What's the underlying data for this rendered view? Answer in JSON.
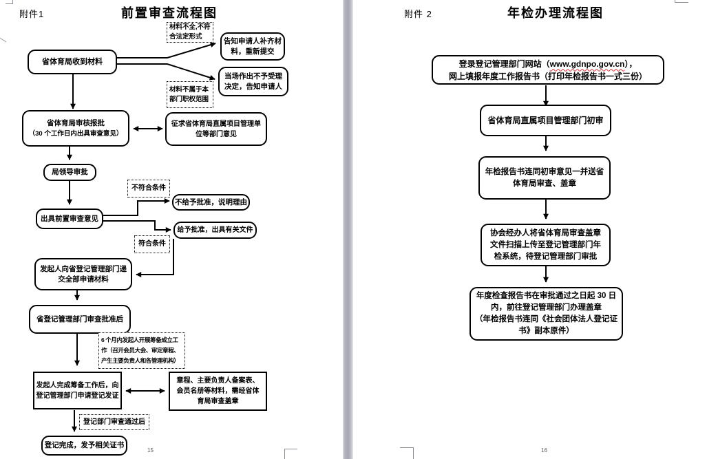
{
  "left": {
    "attachment": "附件1",
    "title": "前置审查流程图",
    "page_number": "15",
    "nodes": {
      "receive": {
        "l1": "省体育局收到材料"
      },
      "notify_resubmit": {
        "l1": "告知申请人补齐材",
        "l2": "料，重新提交"
      },
      "reject_onsite": {
        "l1": "当场作出不予受理",
        "l2": "决定，告知申请人"
      },
      "review_approval": {
        "l1": "省体育局审核报批",
        "l2": "（30 个工作日内出具审查意见）"
      },
      "seek_opinions": {
        "l1": "征求省体育局直属项目管理单",
        "l2": "位等部门意见"
      },
      "leader_approval": {
        "l1": "局领导审批"
      },
      "issue_opinion": {
        "l1": "出具前置审查意见"
      },
      "not_approve": {
        "l1": "不给予批准，说明理由"
      },
      "approve": {
        "l1": "给予批准，出具有关文件"
      },
      "submit_materials": {
        "l1": "发起人向省登记管理部门递",
        "l2": "交全部申请材料"
      },
      "after_approval": {
        "l1": "省登记管理部门审查批准后"
      },
      "complete_prep": {
        "l1": "发起人完成筹备工作后，向",
        "l2": "登记管理部门申请登记发证"
      },
      "materials_stamp": {
        "l1": "章程、主要负责人备案表、",
        "l2": "会员名册等材料，需经省体",
        "l3": "育局审查盖章"
      },
      "complete_registration": {
        "l1": "登记完成，发予相关证书"
      }
    },
    "labels": {
      "incomplete": {
        "l1": "材料不全,不符",
        "l2": "合法定形式"
      },
      "out_of_scope": {
        "l1": "材料不属于本",
        "l2": "部门职权范围"
      },
      "not_meet": {
        "l1": "不符合条件"
      },
      "meet": {
        "l1": "符合条件"
      },
      "six_months": {
        "l1": "6 个月内发起人开展筹备成立工",
        "l2": "作（召开会员大会、审定章程、",
        "l3": "产生主要负责人和各管理机构）"
      },
      "after_review": {
        "l1": "登记部门审查通过后"
      }
    }
  },
  "right": {
    "attachment": "附件 2",
    "title": "年检办理流程图",
    "page_number": "16",
    "nodes": {
      "login": {
        "pre": "登录登记管理部门网站（",
        "url": "www.gdnpo.gov.cn",
        "suf": "），",
        "l2": "网上填报年度工作报告书（打印年检报告书一式三份）"
      },
      "preliminary": {
        "l1": "省体育局直属项目管理部门初审"
      },
      "send_review": {
        "l1": "年检报告书连同初审意见一并送省",
        "l2": "体育局审查、盖章"
      },
      "upload": {
        "l1": "协会经办人将省体育局审查盖章",
        "l2": "文件扫描上传至登记管理部门年",
        "l3": "检系统，待登记管理部门审批"
      },
      "stamp": {
        "l1": "年度检查报告书在审批通过之日起 30 日",
        "l2": "内，前往登记管理部门办理盖章",
        "l3": "（年检报告书连同《社会团体法人登记证",
        "l4": "书》副本原件）"
      }
    }
  },
  "colors": {
    "ink": "#000000",
    "gap": "#a8a9b3",
    "spellcheck": "#e03030"
  }
}
